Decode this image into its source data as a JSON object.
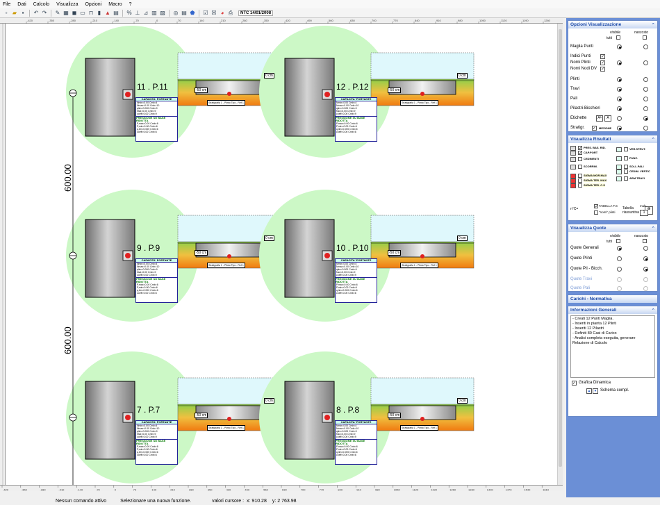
{
  "menu": [
    "File",
    "Dati",
    "Calcolo",
    "Visualizza",
    "Opzioni",
    "Macro",
    "?"
  ],
  "toolbar": {
    "date_label": "NTC 14/01/2008"
  },
  "ruler_top_labels": [
    "-420",
    "-350",
    "-280",
    "-210",
    "-140",
    "-70",
    "0",
    "70",
    "140",
    "210",
    "280",
    "350",
    "420",
    "490",
    "560",
    "630",
    "700",
    "770",
    "840",
    "910",
    "980",
    "1050",
    "1120",
    "1190",
    "1260",
    "1330"
  ],
  "ruler_bottom_labels": [
    "-420",
    "-350",
    "-280",
    "-210",
    "-140",
    "-70",
    "0",
    "70",
    "140",
    "210",
    "280",
    "350",
    "420",
    "490",
    "560",
    "630",
    "700",
    "770",
    "840",
    "910",
    "980",
    "1050",
    "1120",
    "1190",
    "1260",
    "1330",
    "1400",
    "1470",
    "1540",
    "1610"
  ],
  "quote": [
    "600.00",
    "600.00",
    "0"
  ],
  "plinths": [
    {
      "name": "11 . P.11"
    },
    {
      "name": "12 . P.12"
    },
    {
      "name": "9 . P.9"
    },
    {
      "name": "10 . P.10"
    },
    {
      "name": "7 . P.7"
    },
    {
      "name": "8 . P.8"
    }
  ],
  "section_tags": {
    "top": "0 cm",
    "bottom": "-50 cm",
    "footer": "Stratigrafia 1 - Plinto Tipo - Ref 1"
  },
  "cap_box": {
    "header": "CAPACITA' PORTANTE",
    "lines": [
      "Nmin=0.00 Cmb=4",
      "Nmax=0.00 Cmb=10",
      "qlim=0.000 Cmb=9",
      "Nsd=0.00 Cmb=9",
      "coeff=0.00 Cmb=9"
    ],
    "header2": "PRESSIONE SU BASE RIDOTTA",
    "lines2": [
      "P,max=0.00 Cmb=6",
      "P,min=0.00 Cmb=6",
      "q,lim=0.000 Cmb=6",
      "coeff=0.00 Cmb=6"
    ]
  },
  "panel_opzioni": {
    "title": "Opzioni Visualizzazione",
    "col_visibile": "visibile",
    "col_nascosto": "nascosto",
    "tutti": "tutti",
    "rows": [
      {
        "label": "Maglia Punti"
      },
      {
        "label": "Indici Punti"
      },
      {
        "label": "Nomi Plinti"
      },
      {
        "label": "Nomi Nodi DV"
      },
      {
        "label": "Plinti"
      },
      {
        "label": "Travi"
      },
      {
        "label": "Pali"
      },
      {
        "label": "Pilastri-Bicchieri"
      },
      {
        "label": "Etichette"
      },
      {
        "label": "Stratigr."
      }
    ],
    "mezione": "MEZIONE"
  },
  "panel_risultati": {
    "title": "Visualizza Risultati",
    "left": [
      "PRES. BAS. RID.",
      "CAP.PORT",
      "CEDIMENTI",
      "SCORRIM.",
      "SIGMA MOR.MAX",
      "SIGMA TER. MAX",
      "SIGMA TER. C.S"
    ],
    "right": [
      "VER.STRUT.",
      "PUNZ.",
      "SOLL.PALI",
      "CEDIM. VERTIC",
      "ARM.TRAVI"
    ],
    "nc": "n°C=",
    "tabella": "Tabella",
    "riassuntiva": "riassuntiva",
    "tabella_f": "TABELLA F.S",
    "mult": "mult.",
    "nomi_plinti": "\"nomi\" plinti",
    "spin": "1"
  },
  "panel_quote": {
    "title": "Visualizza Quote",
    "col_visibile": "visibile",
    "col_nascosto": "nascosto",
    "tutti": "tutti",
    "rows": [
      "Quote Generali",
      "Quote Plinti",
      "Quote Pil - Bicch.",
      "Quote Travi",
      "Quote Pali"
    ]
  },
  "panel_carichi": {
    "title": "Carichi - Normativa"
  },
  "panel_info": {
    "title": "Informazioni Generali",
    "text": "- Creati 12 Punti Maglia.\n- Inseriti in pianta 12 Plinti\n- Inseriti 12 Pilastri\n- Definiti 80 Casi di Carico\n- Analisi completa eseguita, generare Relazione di Calcolo",
    "grafica": "Grafica Dinamica",
    "schema": "Schema compl."
  },
  "status": {
    "command": "Nessun comando attivo",
    "hint": "Selezionare una nuova funzione.",
    "cursor_label": "valori cursore :",
    "x": "x: 910.28",
    "y": "y: 2 763.98"
  }
}
